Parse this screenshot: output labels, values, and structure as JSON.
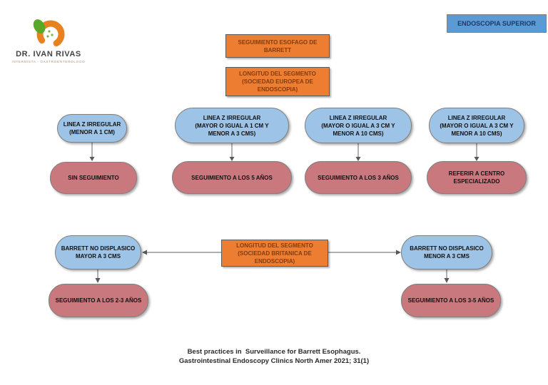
{
  "branding": {
    "doctor_name": "DR. IVAN RIVAS",
    "specialty": "INTERNISTA - GASTROENTEROLOGO"
  },
  "badge": {
    "label": "ENDOSCOPIA SUPERIOR"
  },
  "colors": {
    "orange": "#ED7D31",
    "orange_text": "#843C0C",
    "light_blue": "#9DC3E6",
    "badge_blue": "#5B9BD5",
    "rose": "#C9797E"
  },
  "flowchart": {
    "title": "SEGUIMIENTO ESOFAGO DE\nBARRETT",
    "european": {
      "header": "LONGITUD DEL SEGMENTO\n(SOCIEDAD EUROPEA DE\nENDOSCOPIA)",
      "columns": [
        {
          "criterion": "LINEA Z IRREGULAR\n(MENOR A 1 CM)",
          "outcome": "SIN SEGUIMIENTO"
        },
        {
          "criterion": "LINEA Z IRREGULAR\n(MAYOR O IGUAL A 1 CM Y\nMENOR A 3 CMS)",
          "outcome": "SEGUIMIENTO A LOS 5 AÑOS"
        },
        {
          "criterion": "LINEA Z IRREGULAR\n(MAYOR O IGUAL A 3 CM Y\nMENOR A 10 CMS)",
          "outcome": "SEGUIMIENTO A LOS 3 AÑOS"
        },
        {
          "criterion": "LINEA Z IRREGULAR\n(MAYOR O IGUAL A 3 CM Y\nMENOR A 10 CMS)",
          "outcome": "REFERIR A CENTRO\nESPECIALIZADO"
        }
      ]
    },
    "british": {
      "header": "LONGITUD DEL SEGMENTO\n(SOCIEDAD BRITANICA DE\nENDOSCOPIA)",
      "branches": [
        {
          "criterion": "BARRETT NO DISPLASICO\nMAYOR A 3 CMS",
          "outcome": "SEGUIMIENTO A LOS 2-3 AÑOS"
        },
        {
          "criterion": "BARRETT NO DISPLASICO\nMENOR A 3 CMS",
          "outcome": "SEGUIMIENTO A LOS 3-5 AÑOS"
        }
      ]
    }
  },
  "citation": {
    "line1": "Best practices in  Surveillance for Barrett Esophagus.",
    "line2": "Gastrointestinal Endoscopy Clinics North Amer 2021; 31(1)"
  }
}
